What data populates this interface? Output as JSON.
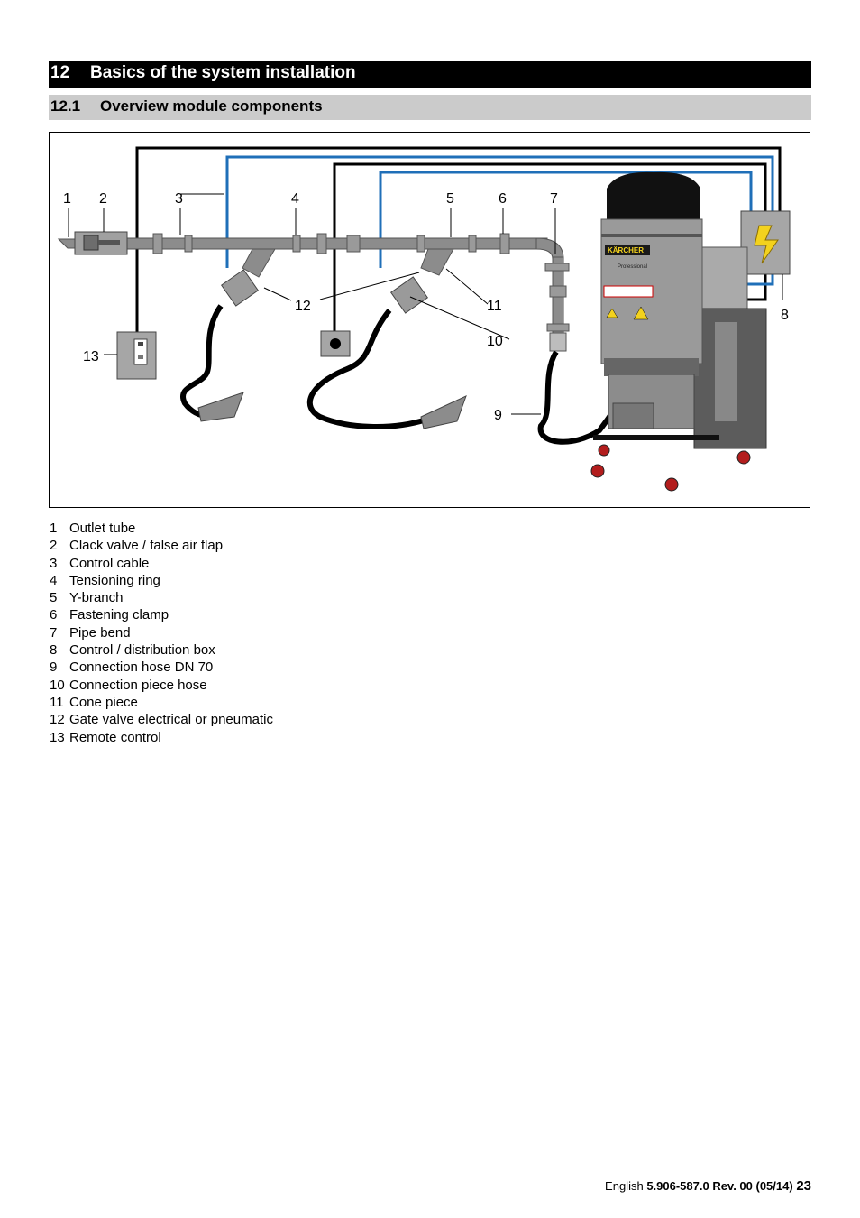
{
  "section": {
    "number": "12",
    "title": "Basics of the system installation"
  },
  "subsection": {
    "number": "12.1",
    "title": "Overview module components"
  },
  "figure": {
    "callouts": [
      "1",
      "2",
      "3",
      "4",
      "5",
      "6",
      "7",
      "8",
      "9",
      "10",
      "11",
      "12",
      "13"
    ],
    "brand": "KÄRCHER",
    "model_line": "Professional",
    "colors": {
      "control_cable": "#000000",
      "blue_cable": "#1f6fb8",
      "pipe": "#8c8c8c",
      "box": "#a6a6a6",
      "bolt": "#f3d21e",
      "hose": "#000000"
    }
  },
  "legend": [
    {
      "num": "1",
      "text": "Outlet tube"
    },
    {
      "num": "2",
      "text": "Clack valve / false air flap"
    },
    {
      "num": "3",
      "text": "Control cable"
    },
    {
      "num": "4",
      "text": "Tensioning ring"
    },
    {
      "num": "5",
      "text": "Y-branch"
    },
    {
      "num": "6",
      "text": "Fastening clamp"
    },
    {
      "num": "7",
      "text": "Pipe bend"
    },
    {
      "num": "8",
      "text": "Control / distribution box"
    },
    {
      "num": "9",
      "text": "Connection hose DN 70"
    },
    {
      "num": "10",
      "text": "Connection piece hose"
    },
    {
      "num": "11",
      "text": "Cone piece"
    },
    {
      "num": "12",
      "text": "Gate valve electrical or pneumatic"
    },
    {
      "num": "13",
      "text": "Remote control"
    }
  ],
  "footer": {
    "language": "English",
    "doc_ref": "5.906-587.0 Rev. 00 (05/14)",
    "page": "23"
  }
}
